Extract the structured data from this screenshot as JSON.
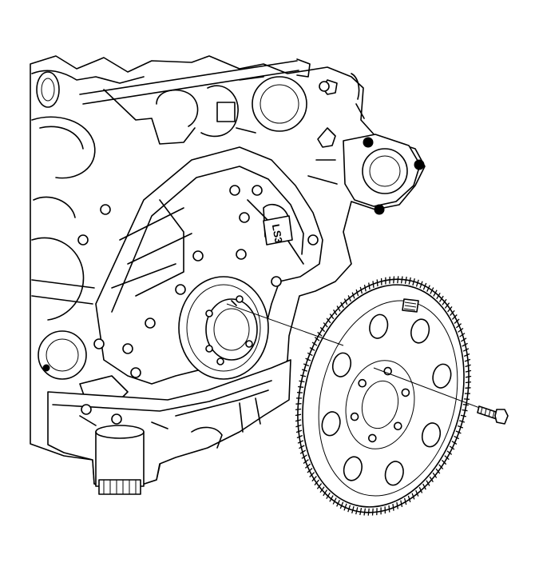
{
  "diagram": {
    "engine_stamp": "LS3",
    "colors": {
      "line": "#000000",
      "background": "#ffffff"
    },
    "parts": [
      "engine-block-icon",
      "crankshaft-flange-icon",
      "flywheel-icon",
      "ring-gear-teeth-icon",
      "flywheel-bolt-icon"
    ],
    "flywheel": {
      "ring_teeth": 130,
      "mounting_bolt_holes": 6,
      "lightening_holes": 8
    }
  }
}
